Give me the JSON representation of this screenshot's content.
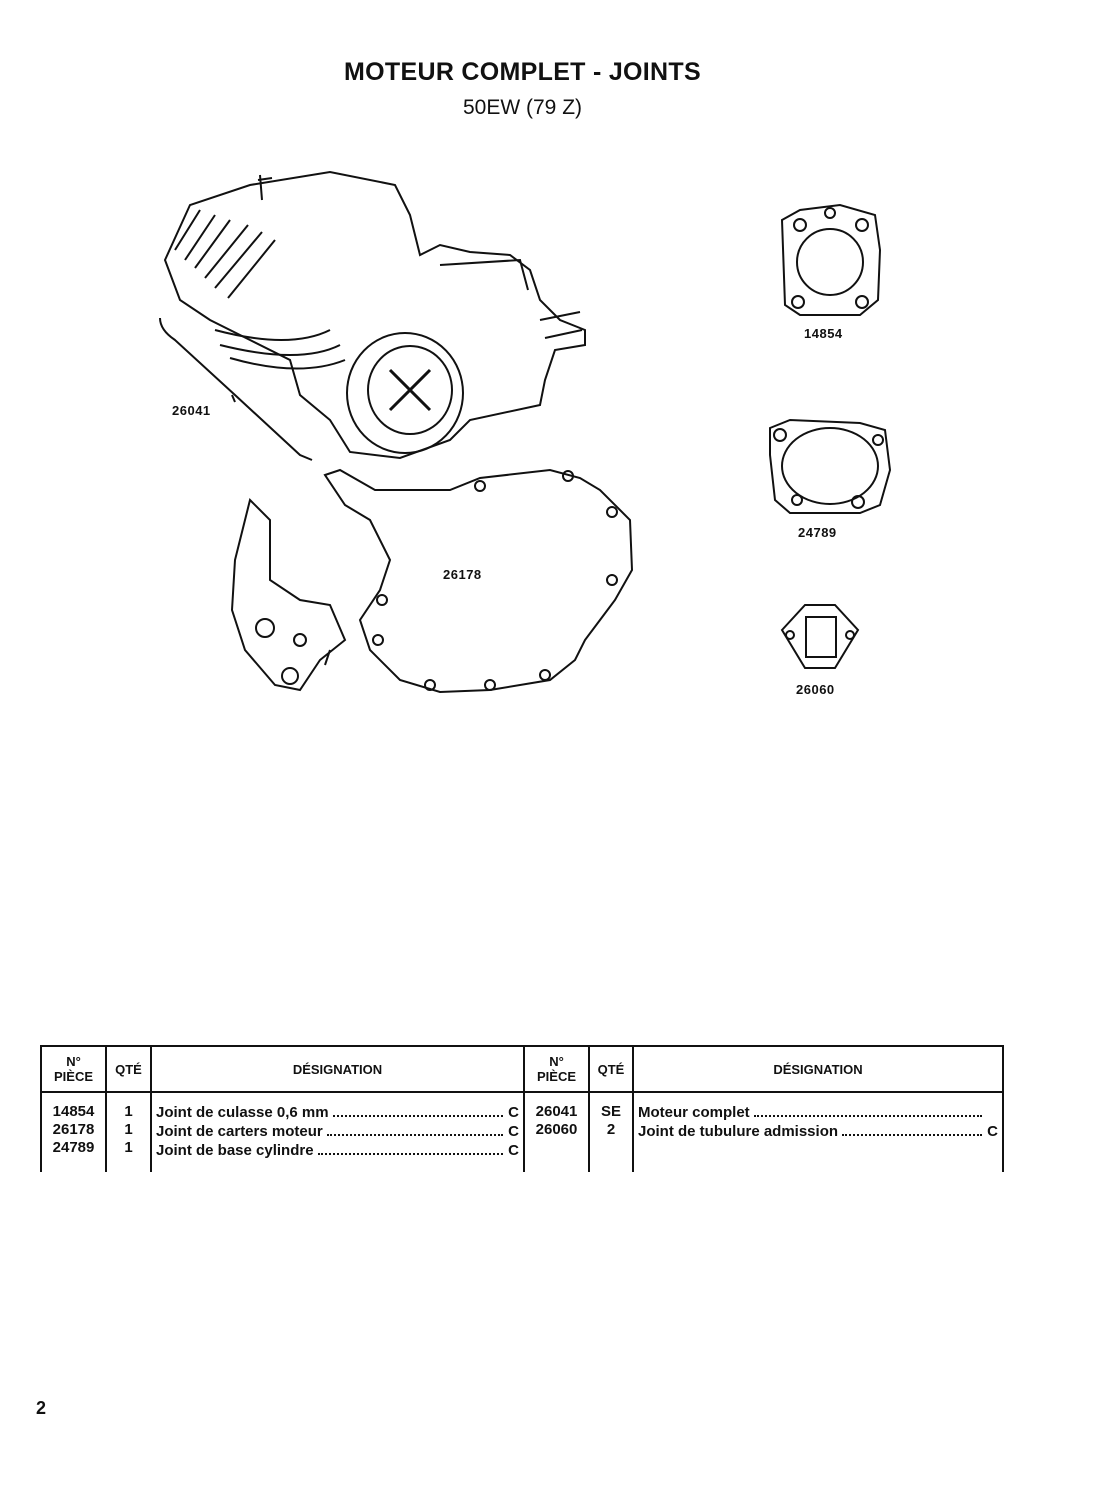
{
  "header": {
    "title": "MOTEUR COMPLET - JOINTS",
    "subtitle": "50EW (79 Z)"
  },
  "diagram": {
    "callouts": [
      {
        "id": "engine",
        "ref": "26041"
      },
      {
        "id": "head-gasket",
        "ref": "14854"
      },
      {
        "id": "base-gasket",
        "ref": "24789"
      },
      {
        "id": "crankcase-gasket",
        "ref": "26178"
      },
      {
        "id": "intake-gasket",
        "ref": "26060"
      }
    ]
  },
  "table": {
    "headers": {
      "part_no": "N° PIÈCE",
      "part_no_1": "N°",
      "part_no_2": "PIÈCE",
      "qty": "QTÉ",
      "designation": "DÉSIGNATION"
    },
    "left": [
      {
        "part": "14854",
        "qty": "1",
        "designation": "Joint de culasse 0,6 mm",
        "code": "C"
      },
      {
        "part": "26178",
        "qty": "1",
        "designation": "Joint de carters moteur",
        "code": "C"
      },
      {
        "part": "24789",
        "qty": "1",
        "designation": "Joint de base cylindre",
        "code": "C"
      }
    ],
    "right": [
      {
        "part": "26041",
        "qty": "SE",
        "designation": "Moteur complet",
        "code": ""
      },
      {
        "part": "26060",
        "qty": "2",
        "designation": "Joint de tubulure admission",
        "code": "C"
      }
    ]
  },
  "footer": {
    "page_number": "2"
  }
}
